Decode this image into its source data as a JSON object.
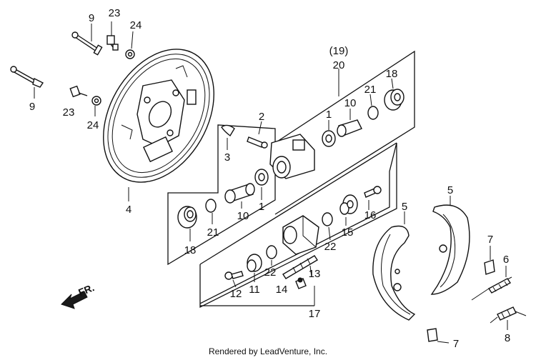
{
  "labels": {
    "l9a": "9",
    "l23a": "23",
    "l24a": "24",
    "l9b": "9",
    "l23b": "23",
    "l24b": "24",
    "l4": "4",
    "l19": "(19)",
    "l20": "20",
    "l18a": "18",
    "l21a": "21",
    "l10a": "10",
    "l1a": "1",
    "l2": "2",
    "l3": "3",
    "l10b": "10",
    "l1b": "1",
    "l21b": "21",
    "l18b": "18",
    "l16": "16",
    "l15": "15",
    "l22a": "22",
    "l22b": "22",
    "l13": "13",
    "l11": "11",
    "l12": "12",
    "l14": "14",
    "l17": "17",
    "l5a": "5",
    "l5b": "5",
    "l7a": "7",
    "l6": "6",
    "l8": "8",
    "l7b": "7"
  },
  "direction_label": "FR.",
  "footer": "Rendered by LeadVenture, Inc."
}
